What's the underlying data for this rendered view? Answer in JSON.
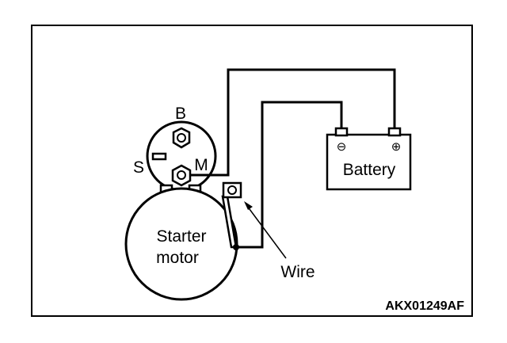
{
  "labels": {
    "terminal_b": "B",
    "terminal_s": "S",
    "terminal_m": "M",
    "battery": "Battery",
    "battery_negative": "⊖",
    "battery_positive": "⊕",
    "starter_line1": "Starter",
    "starter_line2": "motor",
    "wire": "Wire",
    "figure_code": "AKX01249AF"
  },
  "colors": {
    "line": "#000000",
    "background": "#ffffff"
  }
}
